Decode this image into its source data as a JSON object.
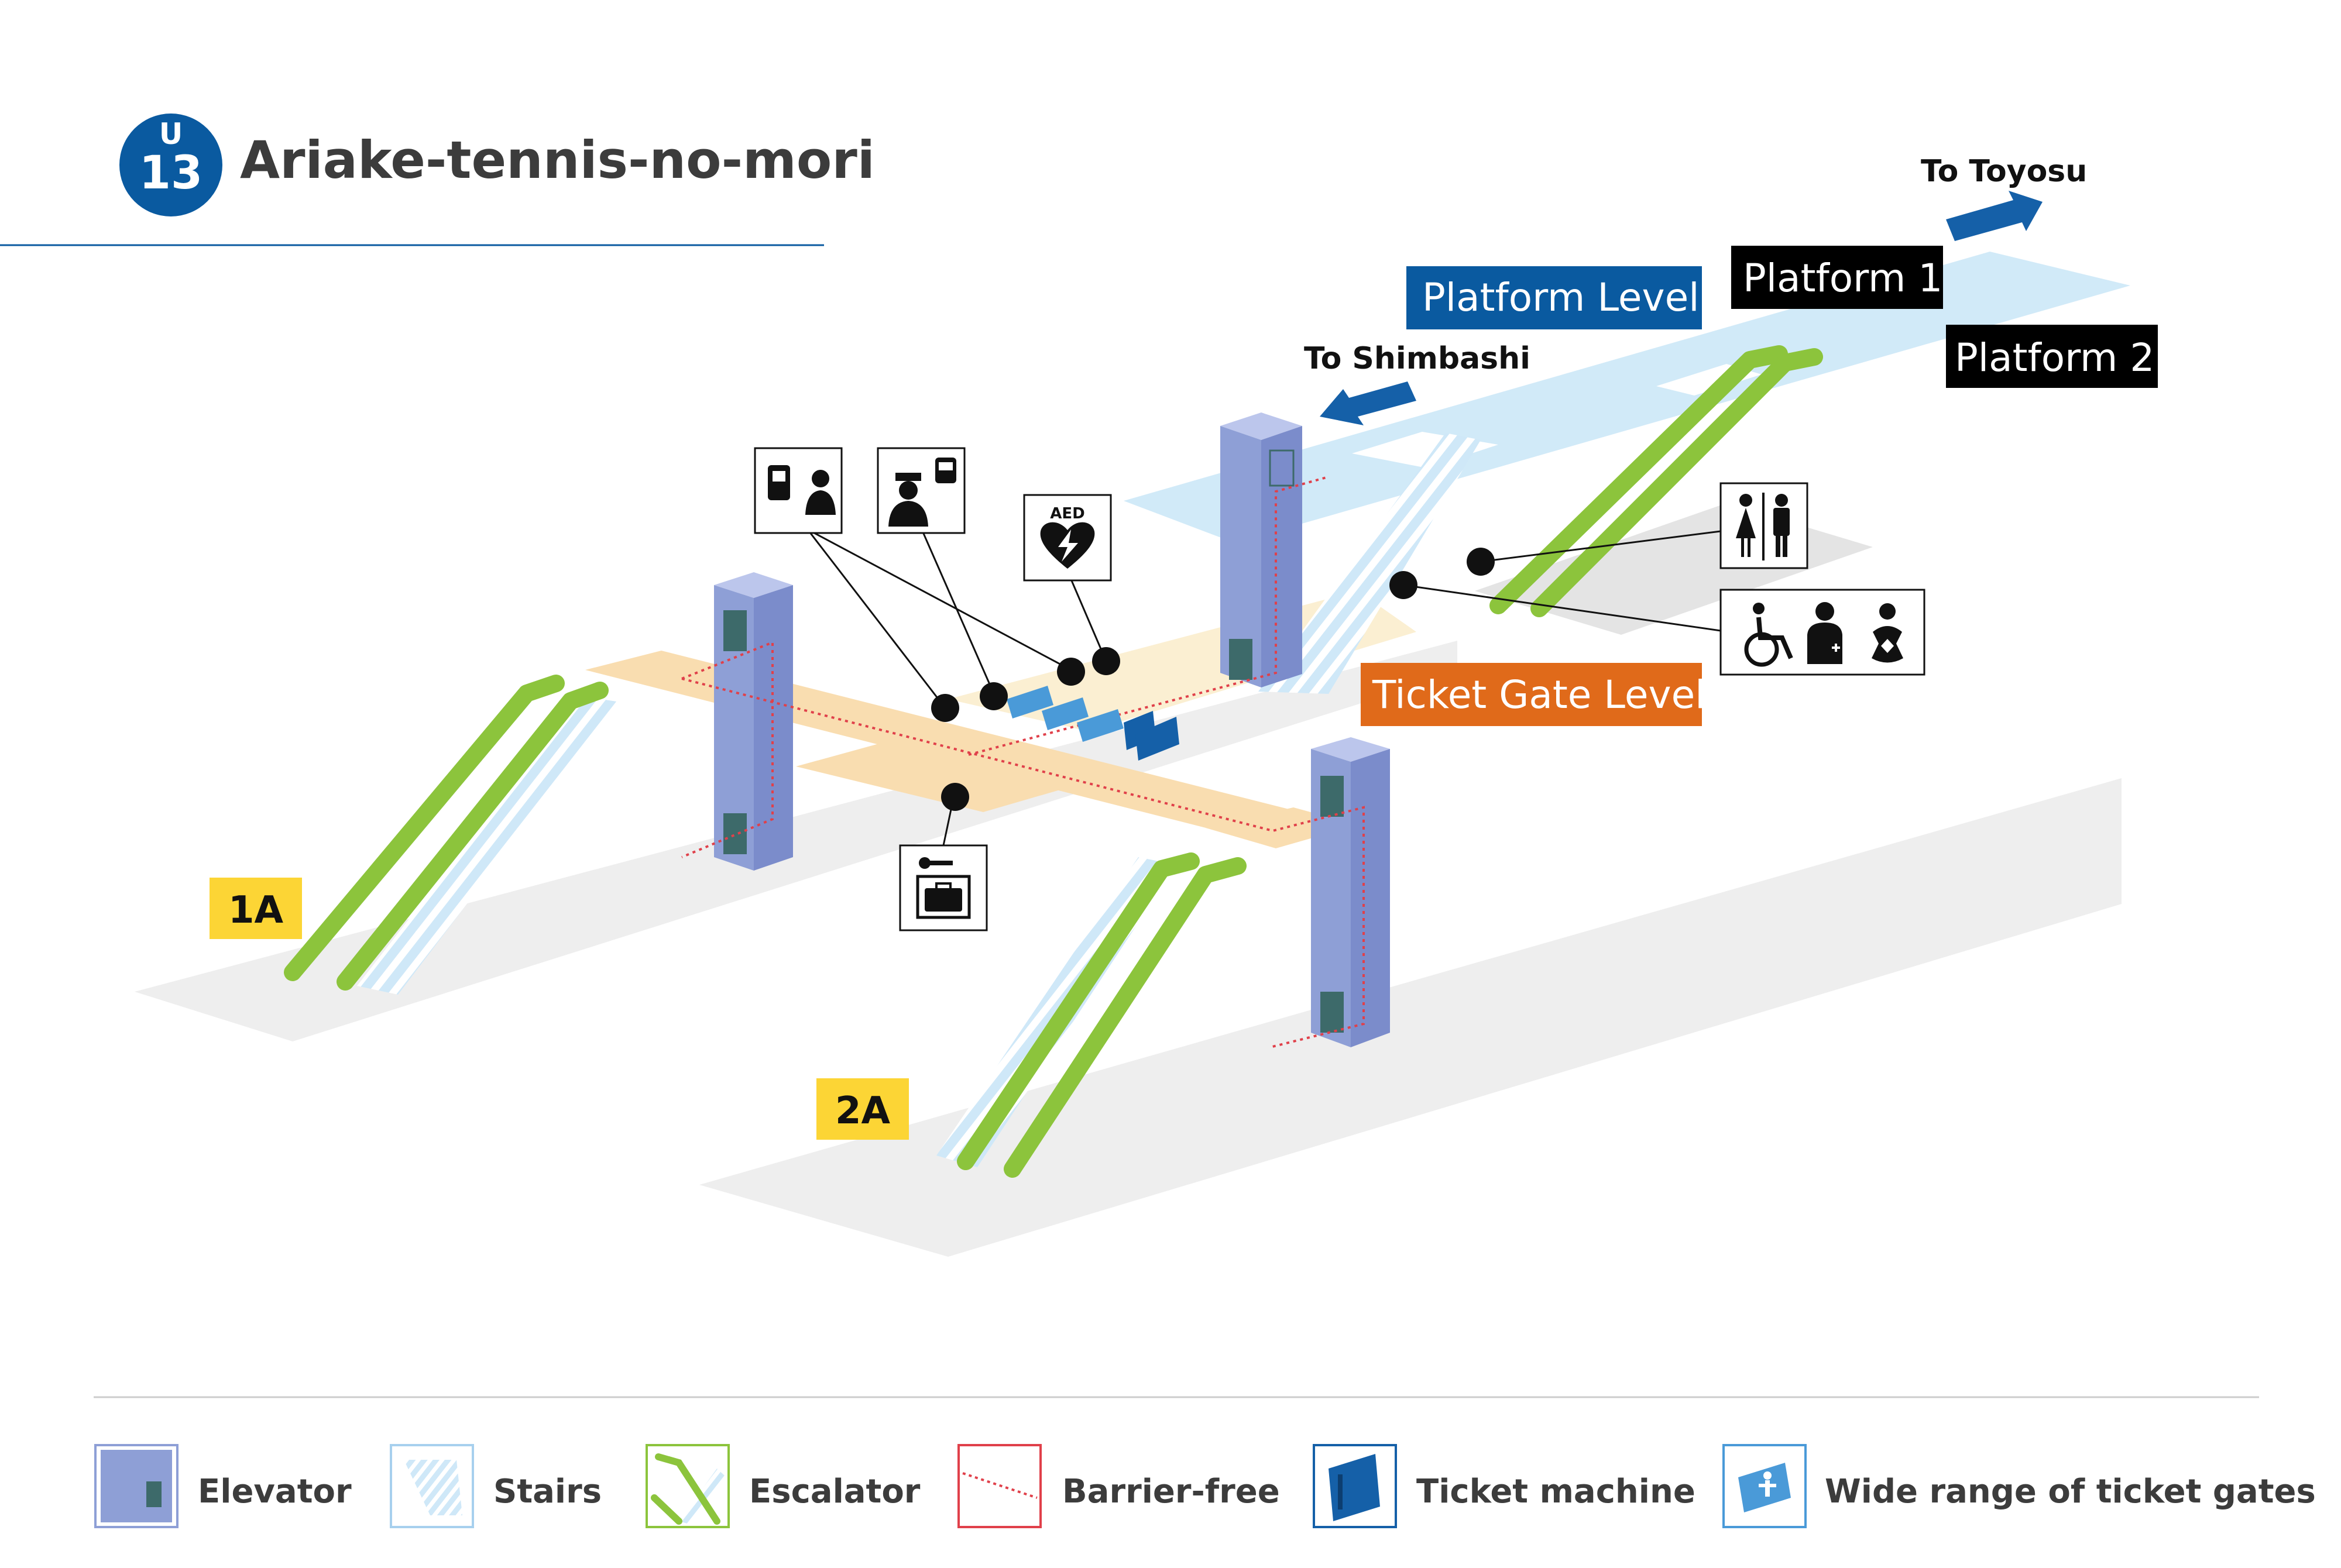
{
  "station": {
    "line_letter": "U",
    "number": "13",
    "name": "Ariake-tennis-no-mori"
  },
  "directions": {
    "to_toyosu": "To Toyosu",
    "to_shimbashi": "To Shimbashi"
  },
  "levels": {
    "platform_level": "Platform Level",
    "ticket_gate_level": "Ticket Gate Level",
    "platform_1": "Platform 1",
    "platform_2": "Platform 2"
  },
  "exits": [
    "1A",
    "2A"
  ],
  "facility_icons": {
    "ticket_office": "ticket-office-icon",
    "station_staff": "station-staff-icon",
    "aed": "AED",
    "restrooms": "restroom-icon",
    "accessible_facilities": "accessible-restroom-icon",
    "coin_lockers": "coin-locker-icon"
  },
  "legend": [
    {
      "icon": "elevator-icon",
      "label": "Elevator"
    },
    {
      "icon": "stairs-icon",
      "label": "Stairs"
    },
    {
      "icon": "escalator-icon",
      "label": "Escalator"
    },
    {
      "icon": "barrier-free-route-icon",
      "label": "Barrier-free"
    },
    {
      "icon": "ticket-machine-icon",
      "label": "Ticket machine"
    },
    {
      "icon": "wide-ticket-gate-icon",
      "label": "Wide range of ticket gates"
    }
  ],
  "colors": {
    "line_blue": "#0a5aa0",
    "ticket_gate_level": "#e06a1a",
    "exit_label": "#fcd535",
    "elevator": "#8e9fd6",
    "escalator": "#8cc43c",
    "stairs": "#c6e2f5",
    "barrier_free": "#e0404a",
    "ticket_machine": "#1560a8",
    "platform": "#cfe9f8",
    "concourse": "#f9ddb0"
  }
}
